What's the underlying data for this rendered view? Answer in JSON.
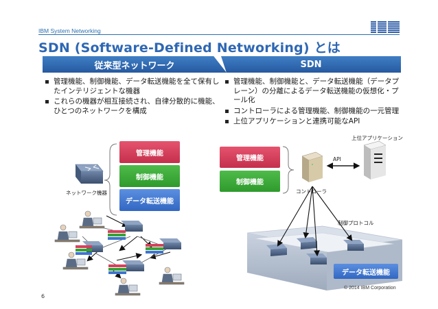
{
  "header": {
    "brand": "IBM System Networking",
    "logo": "IBM",
    "title": "SDN (Software-Defined Networking) とは"
  },
  "left": {
    "banner": "従来型ネットワーク",
    "bullets": [
      "管理機能、制御機能、データ転送機能を全て保有したインテリジェントな機器",
      "これらの機器が相互接続され、自律分散的に機能、ひとつのネットワークを構成"
    ],
    "stack": {
      "mgmt": "管理機能",
      "ctrl": "制御機能",
      "data": "データ転送機能"
    },
    "device_label": "ネットワーク機器"
  },
  "right": {
    "banner": "SDN",
    "bullets": [
      "管理機能、制御機能と、データ転送機能（データプレーン）の分離によるデータ転送機能の仮想化・プール化",
      "コントローラによる管理機能、制御機能の一元管理",
      "上位アプリケーションと連携可能なAPI"
    ],
    "mgmt": "管理機能",
    "ctrl": "制御機能",
    "app_label": "上位アプリケーション",
    "api_label": "API",
    "controller_label": "コントローラ",
    "protocol_label": "制御プロトコル",
    "data_label": "データ転送機能"
  },
  "footer": {
    "page": "6",
    "copyright": "© 2014 IBM Corporation"
  },
  "colors": {
    "accent": "#2e67b3",
    "mgmt": "#d6405c",
    "ctrl": "#34a332",
    "data": "#3f74cf"
  }
}
